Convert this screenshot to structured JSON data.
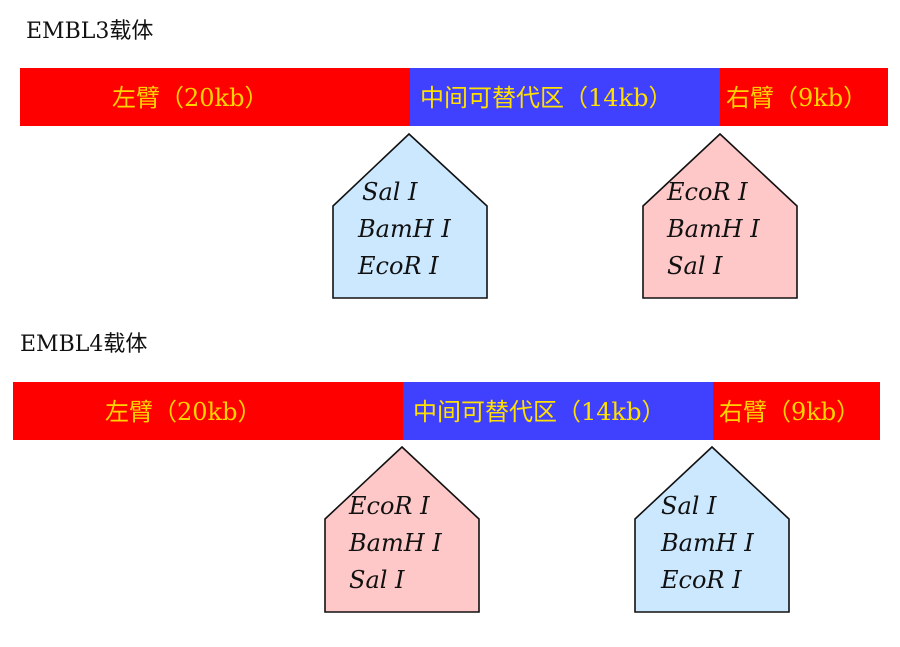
{
  "colors": {
    "left_arm": "#ff0000",
    "stuffer": "#4040ff",
    "right_arm": "#ff0000",
    "label_text": "#ffd400",
    "box_blue": "#cce8ff",
    "box_pink": "#ffc8c8"
  },
  "vectors": [
    {
      "title": "EMBL3载体",
      "segments": [
        {
          "label": "左臂（20kb）"
        },
        {
          "label": "中间可替代区（14kb）"
        },
        {
          "label": "右臂（9kb）"
        }
      ],
      "sites_left": [
        "Sal I",
        "BamH I",
        "EcoR I"
      ],
      "sites_right": [
        "EcoR I",
        "BamH I",
        "Sal I"
      ]
    },
    {
      "title": "EMBL4载体",
      "segments": [
        {
          "label": "左臂（20kb）"
        },
        {
          "label": "中间可替代区（14kb）"
        },
        {
          "label": "右臂（9kb）"
        }
      ],
      "sites_left": [
        "EcoR I",
        "BamH I",
        "Sal I"
      ],
      "sites_right": [
        "Sal I",
        "BamH I",
        "EcoR I"
      ]
    }
  ]
}
